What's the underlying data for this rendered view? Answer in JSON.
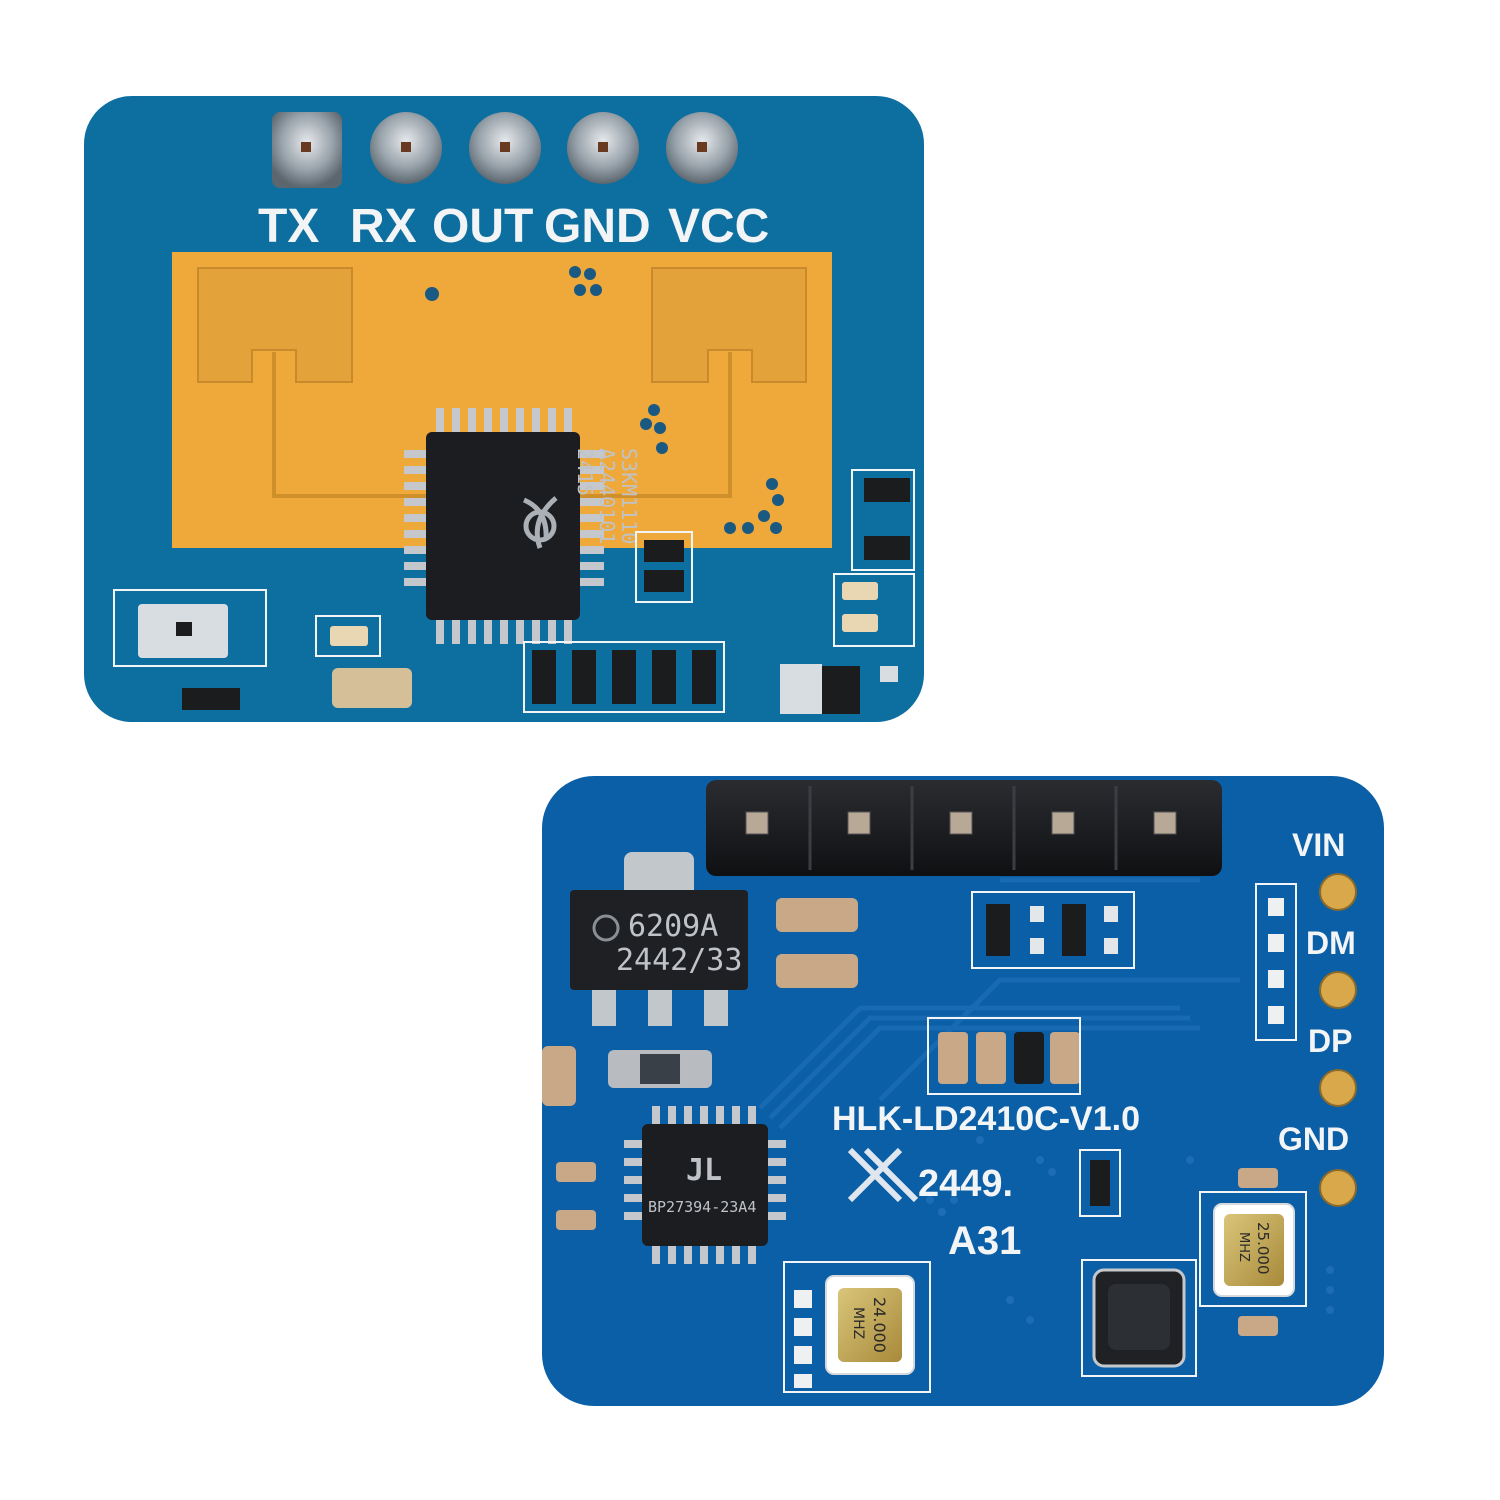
{
  "colors": {
    "background": "#ffffff",
    "board_top": "#0d6fa0",
    "board_bottom": "#0a5fa6",
    "copper_pad": "#efa83a",
    "silkscreen": "#f2f4f6",
    "chip_black": "#1b1d20"
  },
  "top_board": {
    "pin_labels": [
      "TX",
      "RX",
      "OUT",
      "GND",
      "VCC"
    ],
    "main_chip": {
      "icon": "logo-icon",
      "markings": [
        "S3KM1110",
        "A2440101",
        "2415"
      ]
    }
  },
  "bottom_board": {
    "side_pin_labels": [
      "VIN",
      "DM",
      "DP",
      "GND"
    ],
    "board_name": "HLK-LD2410C-V1.0",
    "date_code": "2449.",
    "revision": "A31",
    "regulator_markings": [
      "6209A",
      "2442/33"
    ],
    "usb_chip": {
      "icon": "jl-logo-icon",
      "marking": "BP27394-23A4"
    },
    "crystal_1": [
      "24.000",
      "MHZ"
    ],
    "crystal_2": [
      "25.000",
      "MHZ"
    ]
  }
}
